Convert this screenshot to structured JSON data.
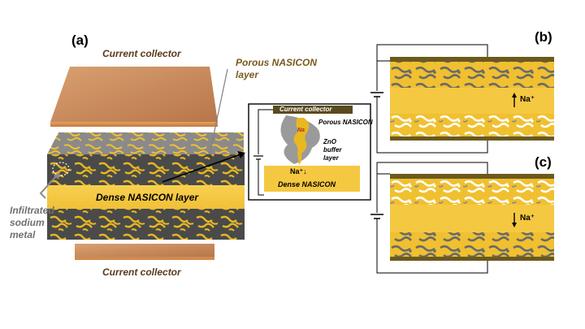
{
  "panels": {
    "a": "(a)",
    "b": "(b)",
    "c": "(c)"
  },
  "labels": {
    "current_collector_top": "Current collector",
    "current_collector_bottom": "Current collector",
    "porous_layer_line1": "Porous NASICON",
    "porous_layer_line2": "layer",
    "dense_layer": "Dense NASICON layer",
    "infiltrated_line1": "Infiltrated",
    "infiltrated_line2": "sodium",
    "infiltrated_line3": "metal"
  },
  "inset": {
    "current_collector": "Current collector",
    "porous": "Porous NASICON",
    "zno_line1": "ZnO",
    "zno_line2": "buffer",
    "zno_line3": "layer",
    "na_ion": "Na⁺↓",
    "dense": "Dense NASICON",
    "metal_marker": "Na"
  },
  "ions": {
    "charge": "Na⁺",
    "discharge": "Na⁺"
  },
  "colors": {
    "copper": "#c98a55",
    "copper_dark": "#a86a3a",
    "dense_yellow": "#f5c842",
    "sodium_yellow": "#f0c020",
    "porous_gray": "#6e6e6e",
    "porous_dark": "#3c3c3c",
    "collector_bar": "#6b5a1e"
  }
}
